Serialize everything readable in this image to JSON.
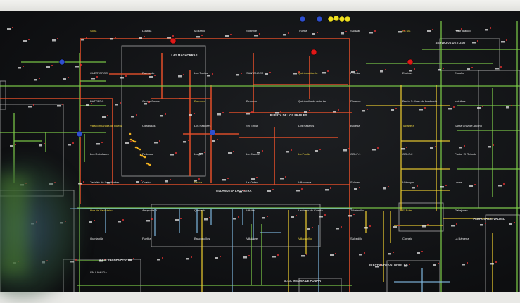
{
  "board": {
    "zone_titles": [
      "LAS MACHORRAS",
      "S.T.S. VILLARCAYO",
      "S.T.S. MEDINA DE POMAR",
      "VILLANUEVA LA LASTRA",
      "SERVICIOS DE TOSO",
      "PUERTA DE LOS FRAILES",
      "ELECTRA DE VALDIVIELSO",
      "PEDROSA DE VALDEL"
    ],
    "labels": [
      "Soba",
      "Lunada",
      "Mozarillo",
      "Sotoville",
      "Trueba",
      "Salazar",
      "La Sia",
      "Pinar Blanco",
      "CUERTAROC",
      "Ramondo",
      "Las Tarrias",
      "SANTANDER",
      "Quintanadueña",
      "Pereda",
      "Encinas",
      "Escaño",
      "BUTRERA",
      "Centro Cocas",
      "Barranco",
      "Bercedo",
      "Quintanilla de Asturias",
      "Rioseco",
      "Barrio S. Juan de Lardondo",
      "Incinillas",
      "Villacomparada de Rueda",
      "Cilla Billas",
      "Los Pastores",
      "Sn Emilia",
      "Los Paseros",
      "Bóveda",
      "Tabanera",
      "Santa Cruz de Andino",
      "Los Rebollares",
      "Pedrosa",
      "Lunjo",
      "La Cheres",
      "La Poella",
      "GOLF-1",
      "GOLF-2",
      "Pastor El Rebollo",
      "Tartalés de Los Montes",
      "Ocaño",
      "Pesca",
      "La Orden",
      "Villanueva",
      "Salinas",
      "Valmayor",
      "Lunas",
      "Hoz de Valdivielso",
      "Arroyo de V.",
      "Quecedo",
      "Villalta",
      "Lechedo de Cuesta",
      "Tabaladillo",
      "El Bolar",
      "Gallejones",
      "Quintanilla",
      "Puebla",
      "Basconcillos",
      "Villalacre",
      "Villapanillo",
      "Salcedillo",
      "Cornejo",
      "La Bárcena",
      "VALLAMUDA"
    ]
  },
  "colors": {
    "board": "#0f1012",
    "hv": "#e8502a",
    "mv": "#f0d030",
    "lv": "#7fd04a",
    "blue": "#7fb8e0",
    "frame": "#b8b8b8"
  },
  "pins": [
    "red-pin",
    "blue-pin",
    "yellow-pin"
  ]
}
